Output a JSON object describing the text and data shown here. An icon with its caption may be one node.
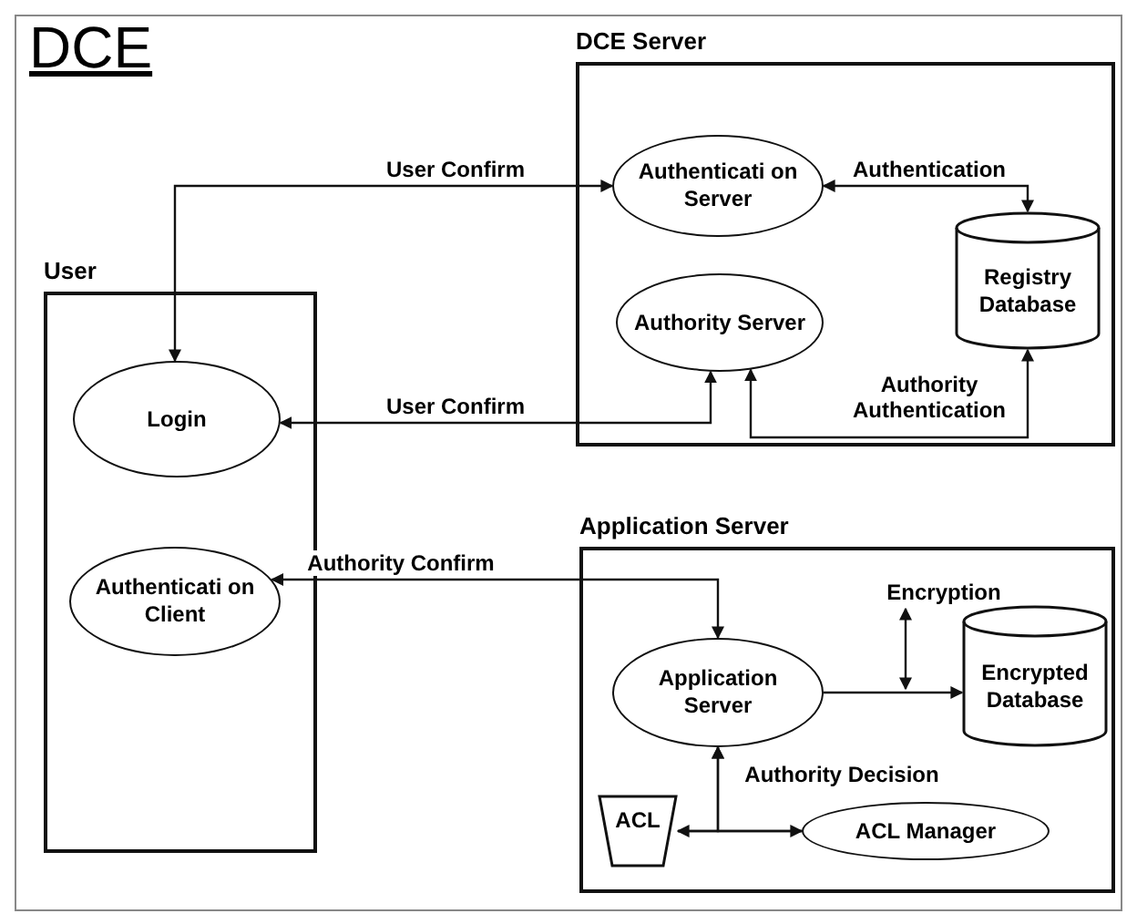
{
  "diagram": {
    "title": "DCE",
    "nodes": [
      {
        "text": [
          "User"
        ]
      },
      {
        "text": [
          "Login"
        ],
        "in": 0
      },
      {
        "text": [
          "Authenticati on Client"
        ],
        "in": 0
      },
      {
        "text": [
          "DCE Server"
        ]
      },
      {
        "text": [
          "Authenticati on Server"
        ],
        "in": 3
      },
      {
        "text": [
          "Registry Database"
        ],
        "in": 3
      },
      {
        "text": [
          "Authority Server"
        ],
        "in": 3
      },
      {
        "text": [
          "Application Server"
        ]
      },
      {
        "text": [
          "Application Server"
        ],
        "in": 7
      },
      {
        "text": [
          "Encrypted Database"
        ],
        "in": 7
      },
      {
        "text": [
          "ACL"
        ],
        "in": 7
      },
      {
        "text": [
          "ACL Manager"
        ],
        "in": 7
      }
    ],
    "edges": [
      {
        "from": 4,
        "to": 1,
        "arrow": "both",
        "label": "User Confirm"
      },
      {
        "from": 6,
        "to": 1,
        "arrow": "both",
        "label": "User Confirm"
      },
      {
        "from": 5,
        "to": 6,
        "arrow": "both",
        "label": "Authority Authentication"
      },
      {
        "from": 4,
        "to": 5,
        "arrow": "both",
        "label": "Authentication"
      },
      {
        "from": 2,
        "to": 8,
        "arrow": "both",
        "label": "Authority Confirm"
      },
      {
        "from": 8,
        "to": 9,
        "arrow": "to",
        "label": "Encryption"
      },
      {
        "from": 10,
        "to": 11,
        "arrow": "both"
      },
      {
        "from": 10,
        "to": 8,
        "arrow": "to",
        "label": "Authority Decision"
      },
      {
        "from": 11,
        "to": 8,
        "arrow": "to"
      }
    ]
  }
}
